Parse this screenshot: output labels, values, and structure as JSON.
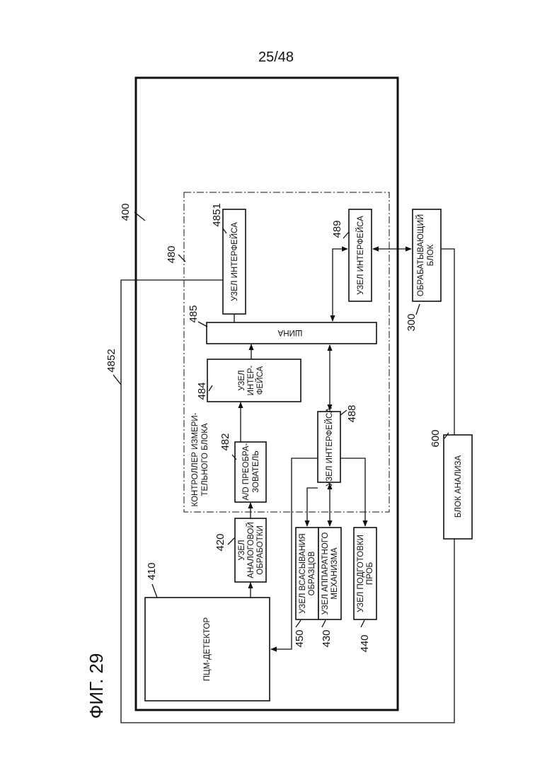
{
  "page_number": "25/48",
  "figure_label": "ФИГ. 29",
  "blocks": {
    "detector": {
      "label": "ПЦМ-ДЕТЕКТОР",
      "ref": "410"
    },
    "analog": {
      "label1": "УЗЕЛ",
      "label2": "АНАЛОГОВОЙ",
      "label3": "ОБРАБОТКИ",
      "ref": "420"
    },
    "adc": {
      "label1": "A/D ПРЕОБРА-",
      "label2": "ЗОВАТЕЛЬ",
      "ref": "482"
    },
    "iface484": {
      "label1": "УЗЕЛ",
      "label2": "ИНТЕР-",
      "label3": "ФЕЙСА",
      "ref": "484"
    },
    "bus": {
      "label": "ШИНА",
      "ref": "485"
    },
    "iface4851": {
      "label": "УЗЕЛ ИНТЕРФЕЙСА",
      "ref": "4851"
    },
    "iface489": {
      "label": "УЗЕЛ ИНТЕРФЕЙСА",
      "ref": "489"
    },
    "iface488": {
      "label": "УЗЕЛ ИНТЕРФЕЙСА",
      "ref": "488"
    },
    "suction": {
      "label1": "УЗЕЛ ВСАСЫВАНИЯ",
      "label2": "ОБРАЗЦОВ",
      "ref": "450"
    },
    "mechanism": {
      "label1": "УЗЕЛ АППАРАТНОГО",
      "label2": "МЕХАНИЗМА",
      "ref": "430"
    },
    "prep": {
      "label1": "УЗЕЛ ПОДГОТОВКИ",
      "label2": "ПРОБ",
      "ref": "440"
    },
    "processing": {
      "label1": "ОБРАБАТЫВАЮЩИЙ",
      "label2": "БЛОК",
      "ref": "300"
    },
    "analysis": {
      "label": "БЛОК АНАЛИЗА",
      "ref": "600"
    }
  },
  "controller": {
    "label1": "КОНТРОЛЛЕР ИЗМЕРИ-",
    "label2": "ТЕЛЬНОГО БЛОКА",
    "ref": "480"
  },
  "unit_ref": "400",
  "line_ref": "4852"
}
